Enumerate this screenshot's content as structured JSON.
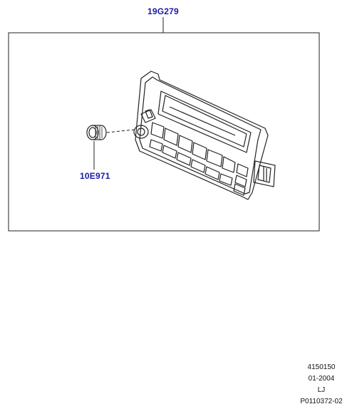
{
  "callouts": {
    "assembly_part_number": "19G279",
    "knob_part_number": "10E971"
  },
  "footer": {
    "illustration_id": "4150150",
    "date": "01-2004",
    "initials": "LJ",
    "reference": "P0110372-02"
  },
  "colors": {
    "callout_text": "#1a1aa8",
    "line_art": "#222222"
  }
}
